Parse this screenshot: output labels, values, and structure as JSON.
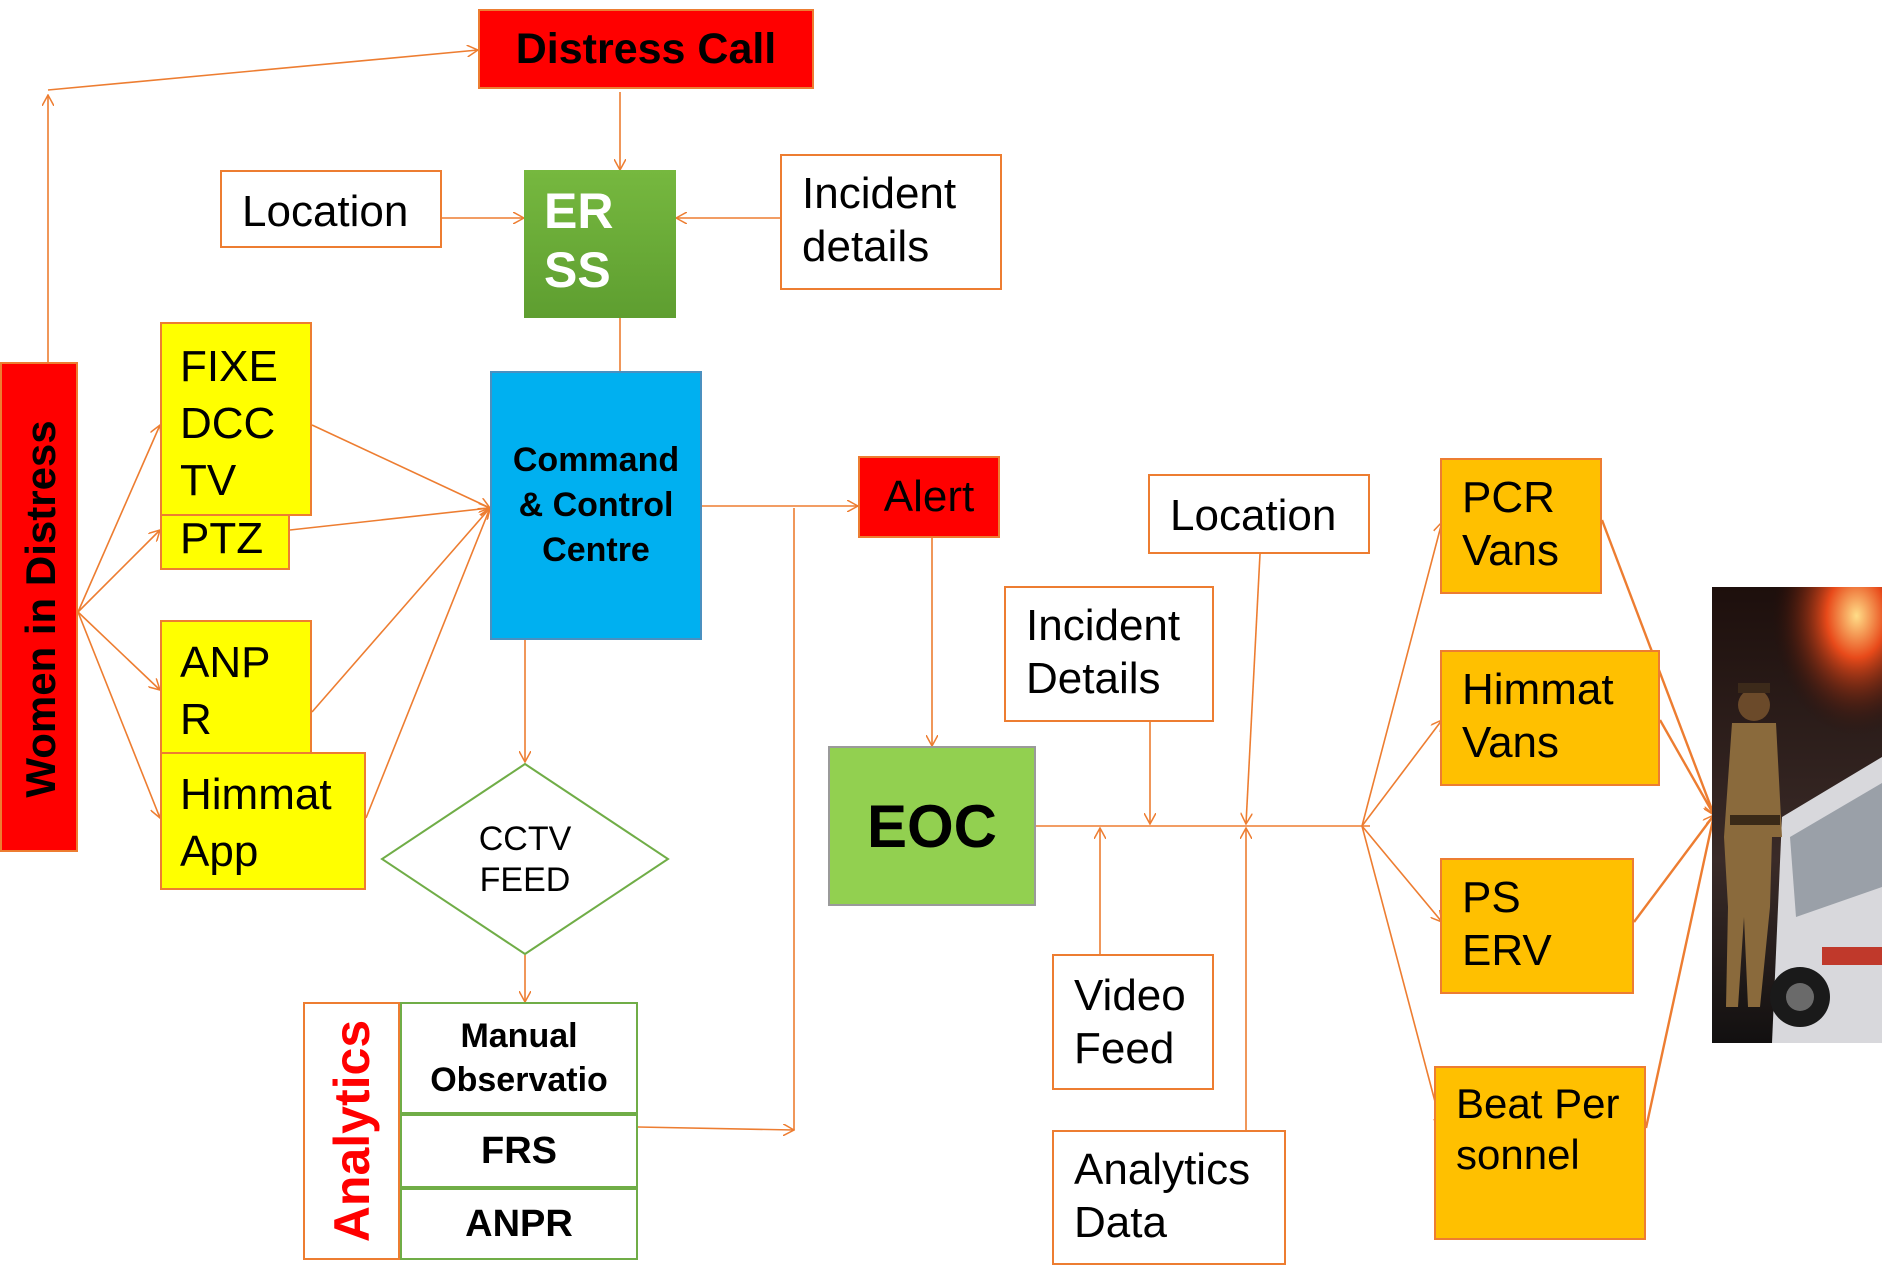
{
  "women": "Women  in Distress",
  "distress_call": "Distress Call",
  "location_top": "Location",
  "erss": "ERSS",
  "incident_top": "Incident details",
  "sources": {
    "fixed_cctv": "FIXEDCCTV",
    "ptz": "PTZ",
    "anpr": "ANPR",
    "himmat_app": "Himmat App"
  },
  "ccc": "Command & Control Centre",
  "cctv_feed": "CCTV FEED",
  "analytics": {
    "label": "Analytics",
    "manual": "Manual Observatio",
    "frs": "FRS",
    "anpr": "ANPR"
  },
  "alert": "Alert",
  "eoc": "EOC",
  "location_right": "Location",
  "incident_right": "Incident Details",
  "video_feed": "Video Feed",
  "analytics_data": "Analytics Data",
  "responders": {
    "pcr": "PCR Vans",
    "himmat": "Himmat Vans",
    "ps_erv": "PS ERV",
    "beat": "Beat Personnel"
  },
  "colors": {
    "connector": "#ED7D31",
    "red": "#FF0000",
    "yellow": "#FFFF00",
    "orange": "#FFC000",
    "blue": "#00B0F0",
    "green": "#92D050",
    "dark_green": "#70AD47"
  }
}
